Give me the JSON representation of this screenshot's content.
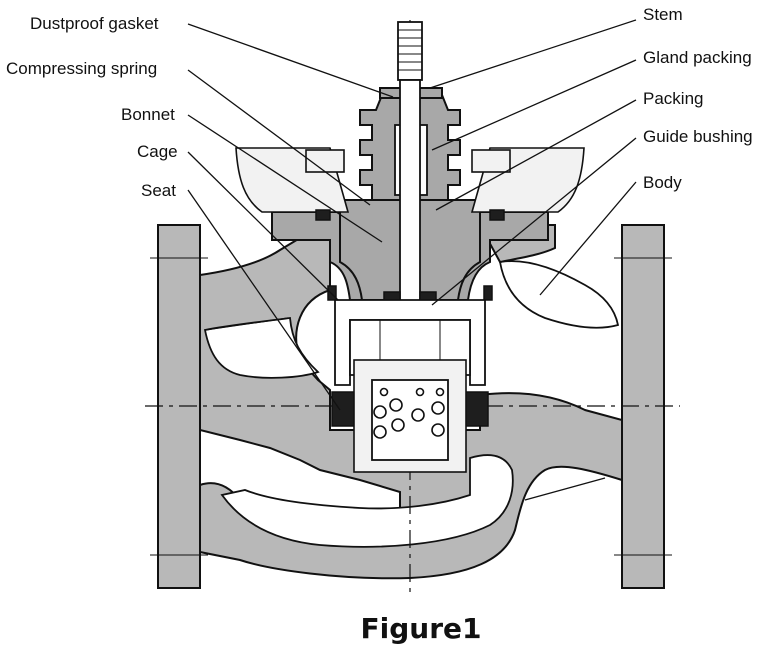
{
  "labels": {
    "dustproof_gasket": "Dustproof gasket",
    "compressing_spring": "Compressing spring",
    "bonnet": "Bonnet",
    "cage": "Cage",
    "seat": "Seat",
    "stem": "Stem",
    "gland_packing": "Gland packing",
    "packing": "Packing",
    "guide_bushing": "Guide bushing",
    "body": "Body"
  },
  "caption": "Figure1"
}
